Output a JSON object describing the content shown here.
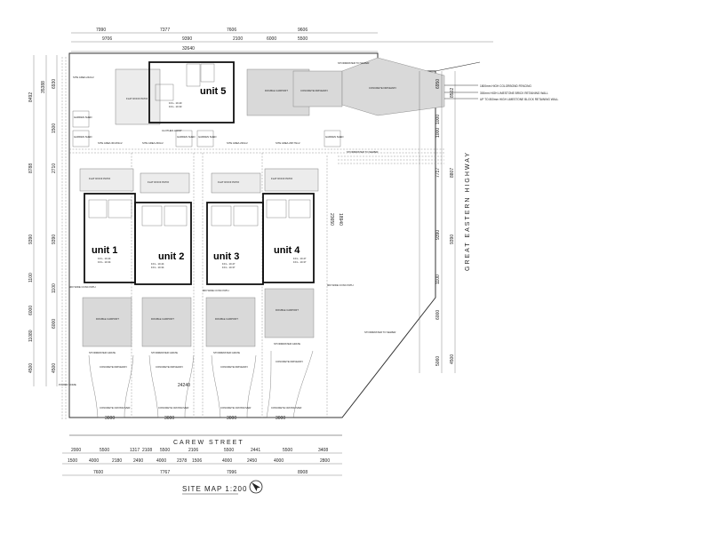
{
  "title": "SITE MAP 1:200",
  "street": "CAREW STREET",
  "highway": "GREAT EASTERN HIGHWAY",
  "units": [
    {
      "id": "unit5",
      "label": "unit 5",
      "ffl": "F.F.L. 10.40",
      "ffl2": "F.F.L. 10.33"
    },
    {
      "id": "unit1",
      "label": "unit 1",
      "ffl": "F.F.L. 10.44",
      "ffl2": "F.F.L. 10.34"
    },
    {
      "id": "unit2",
      "label": "unit 2",
      "ffl": "F.F.L. 10.44",
      "ffl2": "F.F.L. 10.34"
    },
    {
      "id": "unit3",
      "label": "unit 3",
      "ffl": "F.F.L. 10.47",
      "ffl2": "F.F.L. 10.37"
    },
    {
      "id": "unit4",
      "label": "unit 4",
      "ffl": "F.F.L. 10.47",
      "ffl2": "F.F.L. 10.37"
    }
  ],
  "labels": {
    "double_carport": "DOUBLE CARPORT",
    "concrete_driveway": "CONCRETE DRIVEWAY",
    "concrete_crossover": "CONCRETE CROSSOVER",
    "flat_roof_patio": "FLAT ROOF PATIO",
    "garden_shed": "GARDEN SHED",
    "stormwater_grate": "STORMWATER GRATE",
    "stormwater_to_sewer": "STORMWATER TO SEWER",
    "wide_conc_path": "900 WIDE CONC PATH",
    "clothes_hoist": "CLOTHES HOIST",
    "power_dome": "POWER DOME",
    "site_area_5": "SITE AREA 242m2",
    "site_area_1": "SITE AREA 304.83m2",
    "site_area_2": "SITE AREA 230m2",
    "site_area_3": "SITE AREA 230m2",
    "site_area_4": "SITE AREA 238.76m2"
  },
  "legend": [
    "1800mm HIGH COLORBOND FENCING",
    "300mm HIGH LIMESTONE BRICK RETAINING WALL",
    "UP TO 800mm HIGH LIMESTONE BLOCK RETAINING WALL"
  ],
  "dims": {
    "top1": [
      "7990",
      "7377",
      "7606",
      "9606"
    ],
    "top2": [
      "9706",
      "9390",
      "2100",
      "6000",
      "5500"
    ],
    "top_total": "32640",
    "left_outer": [
      "8492",
      "8788",
      "9390",
      "1100",
      "6000",
      "11080",
      "4500"
    ],
    "left_inner": [
      "6930",
      "1500",
      "2710",
      "9390",
      "1100",
      "6000",
      "4500"
    ],
    "left_total": "35388",
    "right1": [
      "6950",
      "1000",
      "1000",
      "7717",
      "9390",
      "1100",
      "6000",
      "5060"
    ],
    "right2": [
      "8502",
      "8807",
      "9390",
      "4500"
    ],
    "bottom1": [
      "2000",
      "5500",
      "1317",
      "2108",
      "5500",
      "2106",
      "5500",
      "2441",
      "5500",
      "3408"
    ],
    "bottom2": [
      "1500",
      "4000",
      "2180",
      "2490",
      "4000",
      "2378",
      "1506",
      "4000",
      "2450",
      "4000",
      "2800"
    ],
    "bottom3": [
      "7600",
      "7767",
      "7996",
      "8908"
    ],
    "bottom_total": "24240",
    "crossover": [
      "3000",
      "3000",
      "3000",
      "3000"
    ],
    "mid": [
      "23650",
      "18940"
    ]
  }
}
